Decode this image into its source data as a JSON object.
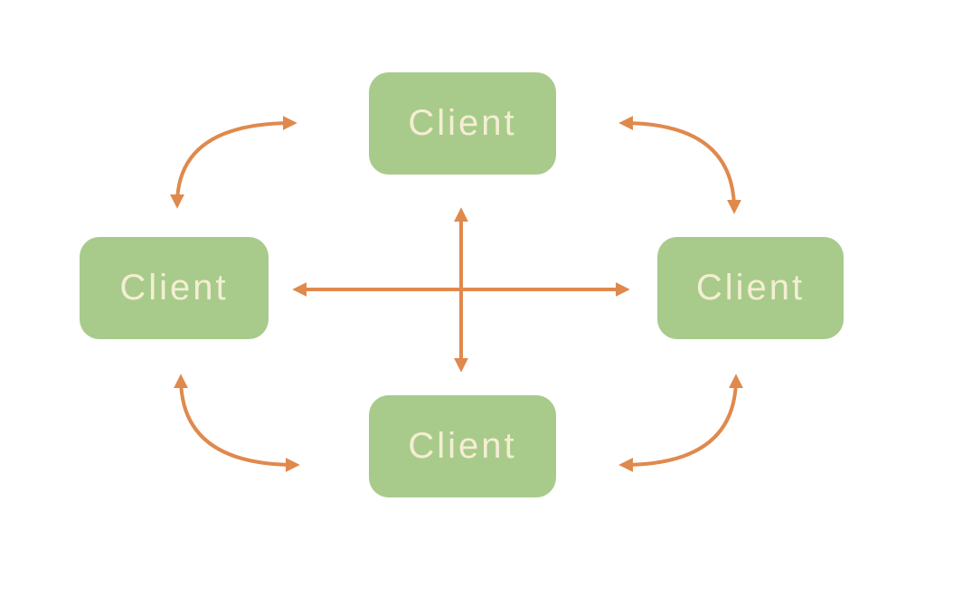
{
  "diagram": {
    "type": "network-diagram",
    "description": "Four Client nodes connected to each other with bidirectional arrows (full mesh)",
    "colors": {
      "node_fill": "#a8cb8c",
      "node_text": "#f5eed2",
      "arrow": "#e0894d",
      "background": "#ffffff"
    },
    "nodes": [
      {
        "id": "client-top",
        "label": "Client"
      },
      {
        "id": "client-left",
        "label": "Client"
      },
      {
        "id": "client-right",
        "label": "Client"
      },
      {
        "id": "client-bottom",
        "label": "Client"
      }
    ],
    "edges": [
      {
        "from": "client-left",
        "to": "client-top",
        "style": "curved",
        "bidirectional": true
      },
      {
        "from": "client-top",
        "to": "client-right",
        "style": "curved",
        "bidirectional": true
      },
      {
        "from": "client-left",
        "to": "client-bottom",
        "style": "curved",
        "bidirectional": true
      },
      {
        "from": "client-bottom",
        "to": "client-right",
        "style": "curved",
        "bidirectional": true
      },
      {
        "from": "client-left",
        "to": "client-right",
        "style": "straight",
        "bidirectional": true
      },
      {
        "from": "client-top",
        "to": "client-bottom",
        "style": "straight",
        "bidirectional": true
      }
    ]
  }
}
